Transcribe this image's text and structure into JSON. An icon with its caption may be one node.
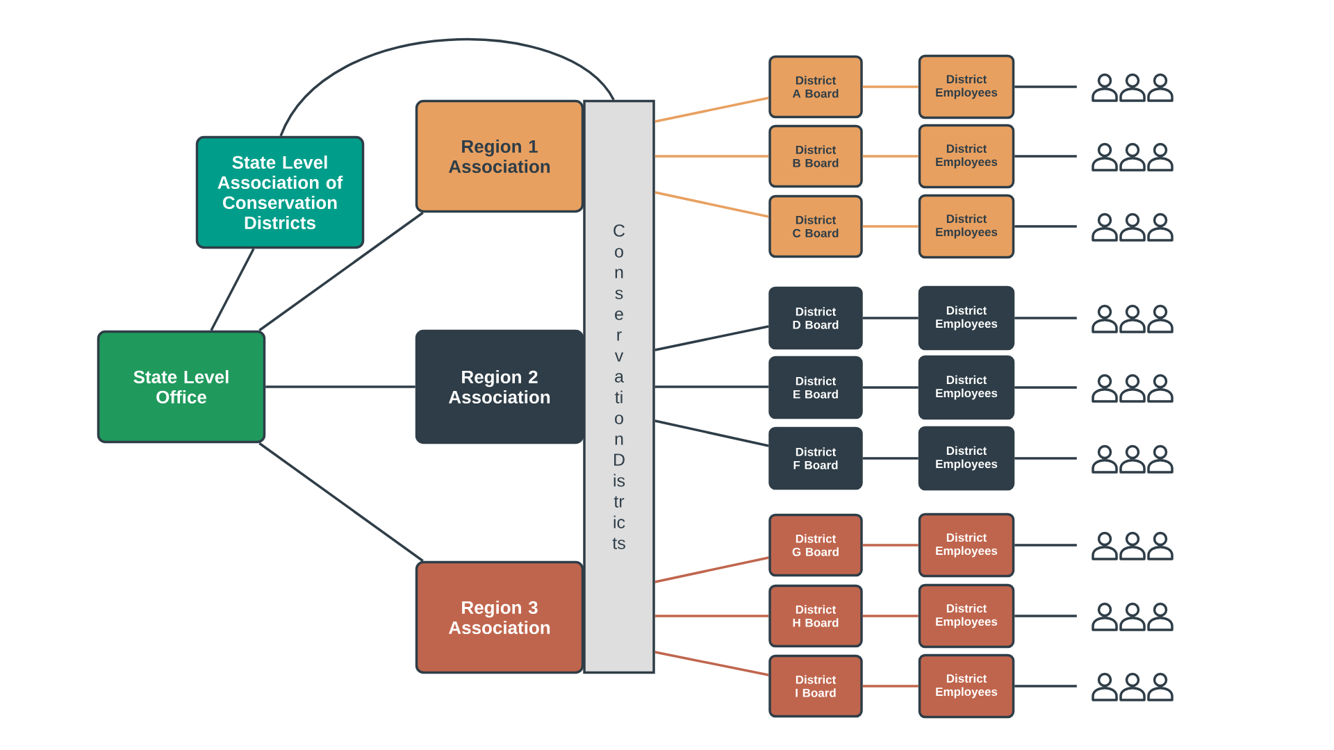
{
  "diagram": {
    "nodes": [
      {
        "text": [
          "State Level Association of Conservation Districts"
        ]
      },
      {
        "text": [
          "State Level Office"
        ]
      },
      {
        "text": [
          "Region 1 Association"
        ]
      },
      {
        "text": [
          "Region 2 Association"
        ]
      },
      {
        "text": [
          "Region 3 Association"
        ]
      },
      {
        "text": [
          "Conservation Districts"
        ]
      },
      {
        "text": [
          "District A Board"
        ]
      },
      {
        "text": [
          "District Employees"
        ]
      },
      {
        "text": [],
        "shape": "person"
      },
      {
        "text": [
          "District B Board"
        ]
      },
      {
        "text": [
          "District Employees"
        ]
      },
      {
        "text": [],
        "shape": "person"
      },
      {
        "text": [
          "District C Board"
        ]
      },
      {
        "text": [
          "District Employees"
        ]
      },
      {
        "text": [],
        "shape": "person"
      },
      {
        "text": [
          "District D Board"
        ]
      },
      {
        "text": [
          "District Employees"
        ]
      },
      {
        "text": [],
        "shape": "person"
      },
      {
        "text": [
          "District E Board"
        ]
      },
      {
        "text": [
          "District Employees"
        ]
      },
      {
        "text": [],
        "shape": "person"
      },
      {
        "text": [
          "District F Board"
        ]
      },
      {
        "text": [
          "District Employees"
        ]
      },
      {
        "text": [],
        "shape": "person"
      },
      {
        "text": [
          "District G Board"
        ]
      },
      {
        "text": [
          "District Employees"
        ]
      },
      {
        "text": [],
        "shape": "person"
      },
      {
        "text": [
          "District H Board"
        ]
      },
      {
        "text": [
          "District Employees"
        ]
      },
      {
        "text": [],
        "shape": "person"
      },
      {
        "text": [
          "District I Board"
        ]
      },
      {
        "text": [
          "District Employees"
        ]
      },
      {
        "text": [],
        "shape": "person"
      }
    ],
    "edges": [
      {
        "from": 0,
        "to": 1,
        "arrow": "none"
      },
      {
        "from": 1,
        "to": 2,
        "arrow": "none"
      },
      {
        "from": 1,
        "to": 3,
        "arrow": "none"
      },
      {
        "from": 1,
        "to": 4,
        "arrow": "none"
      },
      {
        "from": 0,
        "to": 5,
        "arrow": "none"
      },
      {
        "from": 5,
        "to": 6,
        "arrow": "none",
        "color": "#e8a060"
      },
      {
        "from": 5,
        "to": 9,
        "arrow": "none",
        "color": "#e8a060"
      },
      {
        "from": 5,
        "to": 12,
        "arrow": "none",
        "color": "#e8a060"
      },
      {
        "from": 5,
        "to": 15,
        "arrow": "none"
      },
      {
        "from": 5,
        "to": 18,
        "arrow": "none"
      },
      {
        "from": 5,
        "to": 21,
        "arrow": "none"
      },
      {
        "from": 5,
        "to": 24,
        "arrow": "none",
        "color": "#c0654d"
      },
      {
        "from": 5,
        "to": 27,
        "arrow": "none",
        "color": "#c0654d"
      },
      {
        "from": 5,
        "to": 30,
        "arrow": "none",
        "color": "#c0654d"
      },
      {
        "from": 6,
        "to": 7,
        "arrow": "none",
        "color": "#e8a060"
      },
      {
        "from": 9,
        "to": 10,
        "arrow": "none",
        "color": "#e8a060"
      },
      {
        "from": 12,
        "to": 13,
        "arrow": "none",
        "color": "#e8a060"
      },
      {
        "from": 15,
        "to": 16,
        "arrow": "none"
      },
      {
        "from": 18,
        "to": 19,
        "arrow": "none"
      },
      {
        "from": 21,
        "to": 22,
        "arrow": "none"
      },
      {
        "from": 24,
        "to": 25,
        "arrow": "none",
        "color": "#c0654d"
      },
      {
        "from": 27,
        "to": 28,
        "arrow": "none",
        "color": "#c0654d"
      },
      {
        "from": 30,
        "to": 31,
        "arrow": "none",
        "color": "#c0654d"
      },
      {
        "from": 7,
        "to": 8,
        "arrow": "none"
      },
      {
        "from": 10,
        "to": 11,
        "arrow": "none"
      },
      {
        "from": 13,
        "to": 14,
        "arrow": "none"
      },
      {
        "from": 16,
        "to": 17,
        "arrow": "none"
      },
      {
        "from": 19,
        "to": 20,
        "arrow": "none"
      },
      {
        "from": 22,
        "to": 23,
        "arrow": "none"
      },
      {
        "from": 25,
        "to": 26,
        "arrow": "none"
      },
      {
        "from": 28,
        "to": 29,
        "arrow": "none"
      },
      {
        "from": 31,
        "to": 32,
        "arrow": "none"
      }
    ]
  }
}
